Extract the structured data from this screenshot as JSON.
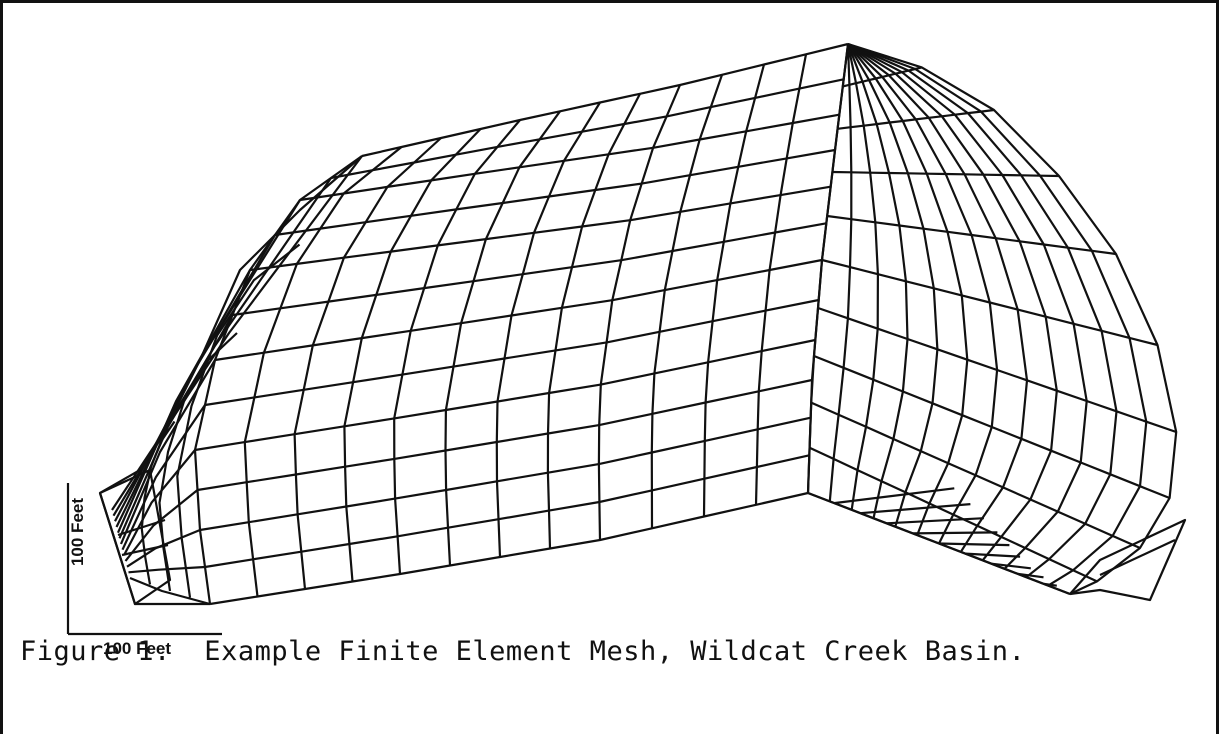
{
  "figure": {
    "caption": "Figure 1.  Example Finite Element Mesh, Wildcat Creek Basin.",
    "scale_bar": {
      "horizontal_label": "100 Feet",
      "vertical_label": "100 Feet"
    },
    "mesh": {
      "element_count": 486,
      "line_color": "#111111"
    }
  }
}
